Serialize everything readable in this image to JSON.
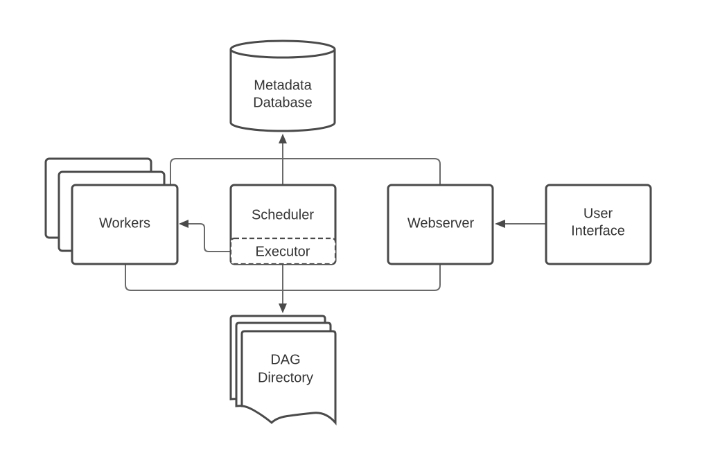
{
  "nodes": {
    "metadata_database": {
      "line1": "Metadata",
      "line2": "Database"
    },
    "workers": {
      "label": "Workers"
    },
    "scheduler": {
      "label": "Scheduler"
    },
    "executor": {
      "label": "Executor"
    },
    "webserver": {
      "label": "Webserver"
    },
    "user_interface": {
      "line1": "User",
      "line2": "Interface"
    },
    "dag_directory": {
      "line1": "DAG",
      "line2": "Directory"
    }
  },
  "colors": {
    "stroke": "#4a4a4a",
    "connector": "#6a6a6a",
    "text": "#333333",
    "background": "#ffffff"
  }
}
